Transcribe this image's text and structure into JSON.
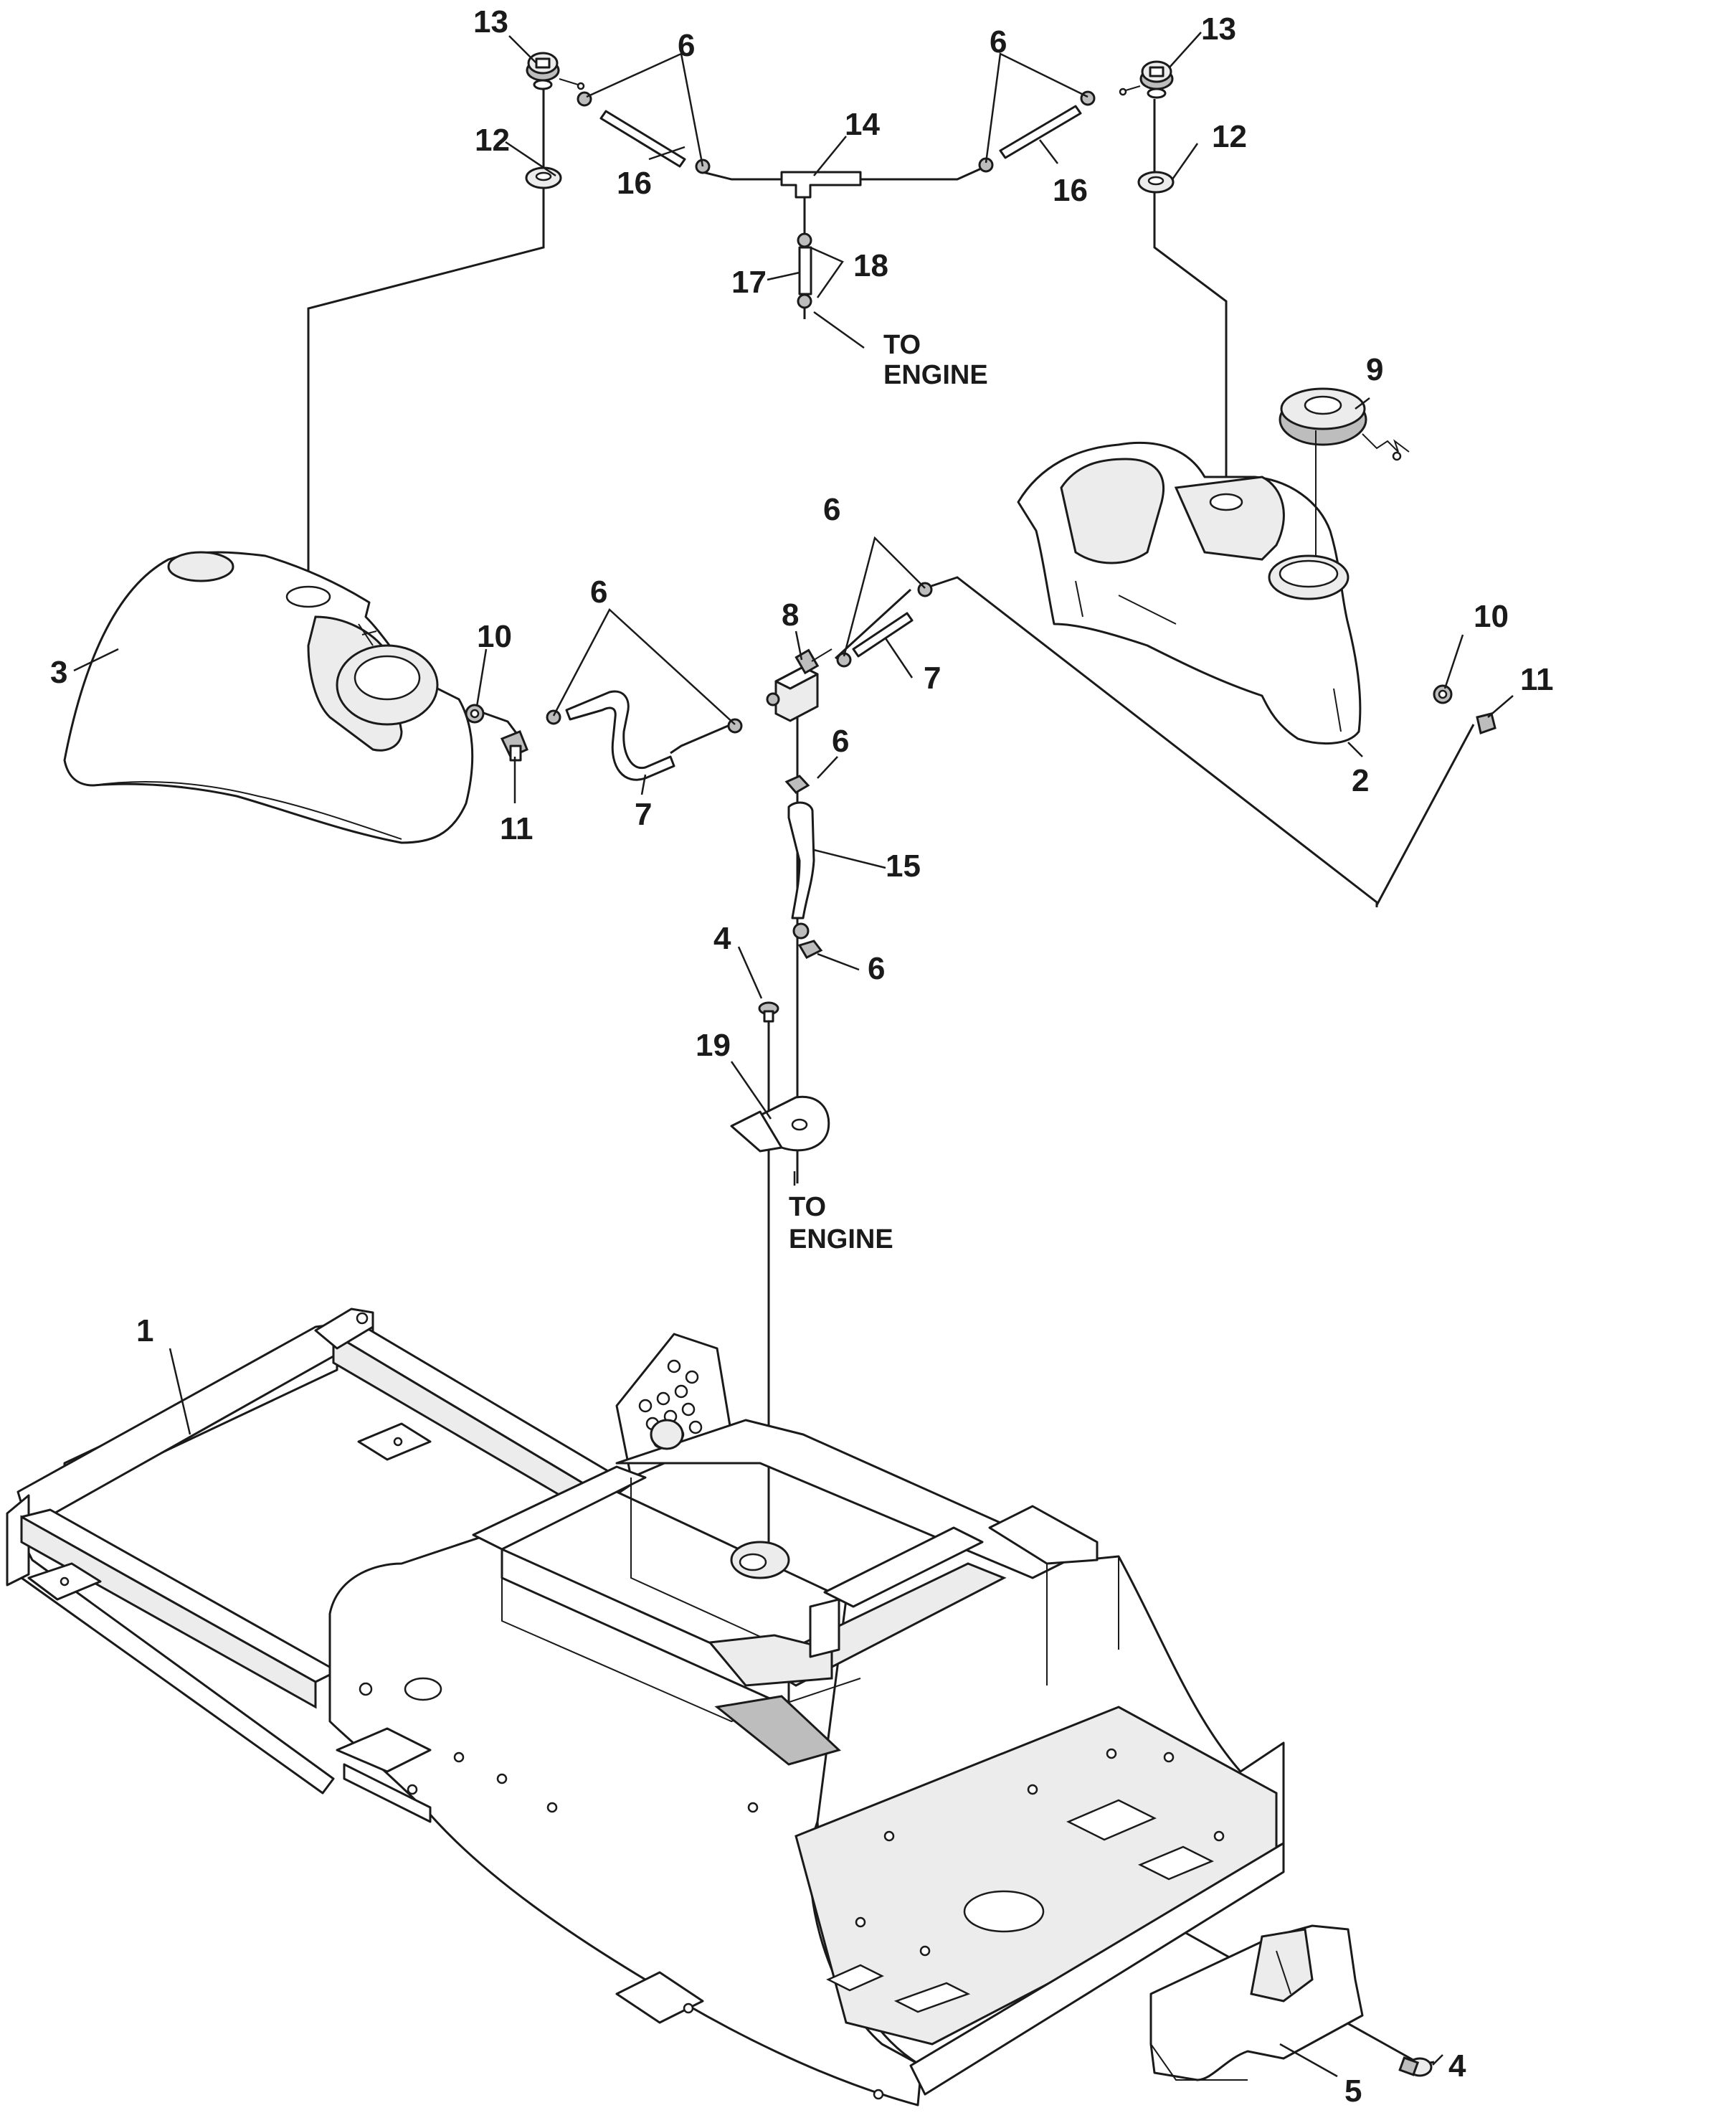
{
  "callouts": {
    "c1": "1",
    "c2": "2",
    "c3": "3",
    "c4a": "4",
    "c4b": "4",
    "c5": "5",
    "c6a": "6",
    "c6b": "6",
    "c6c": "6",
    "c6d": "6",
    "c6e": "6",
    "c6f": "6",
    "c7a": "7",
    "c7b": "7",
    "c8": "8",
    "c9": "9",
    "c10a": "10",
    "c10b": "10",
    "c11a": "11",
    "c11b": "11",
    "c12a": "12",
    "c12b": "12",
    "c13a": "13",
    "c13b": "13",
    "c14": "14",
    "c15": "15",
    "c16a": "16",
    "c16b": "16",
    "c17": "17",
    "c18": "18",
    "c19": "19"
  },
  "notes": {
    "to_engine_top": [
      "TO",
      "ENGINE"
    ],
    "to_engine_bottom": [
      "TO",
      "ENGINE"
    ]
  }
}
